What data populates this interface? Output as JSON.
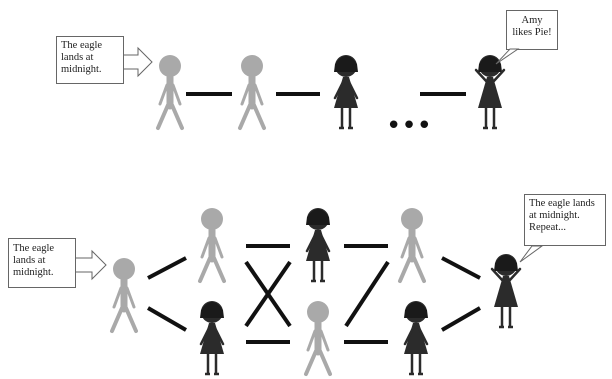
{
  "top_scene": {
    "input_message": "The eagle lands at midnight.",
    "output_message": "Amy likes Pie!",
    "ellipsis_glyph": "•••"
  },
  "bottom_scene": {
    "input_message": "The eagle lands at midnight.",
    "output_message": "The eagle lands at midnight. Repeat..."
  },
  "colors": {
    "light_figure": "#a9a9a9",
    "dark_figure": "#2b2b2b",
    "link": "#111111",
    "bubble_border": "#666666"
  }
}
